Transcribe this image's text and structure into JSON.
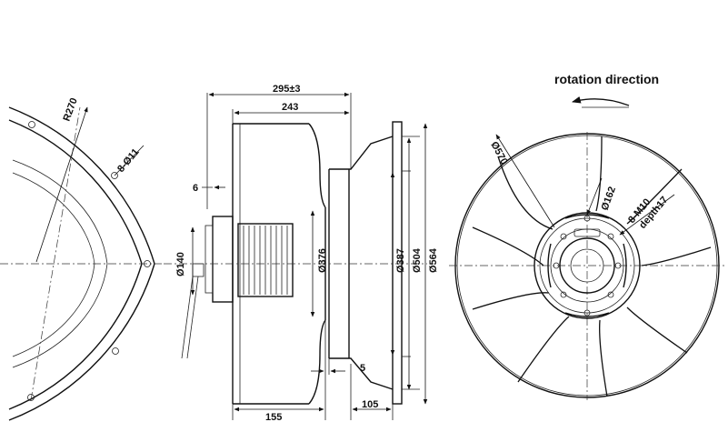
{
  "labels": {
    "rotation": "rotation direction",
    "r270": "R270",
    "holes_8_11": "8-Ø11",
    "dim_295": "295±3",
    "dim_243": "243",
    "dim_6": "6",
    "dim_140": "Ø140",
    "dim_376": "Ø376",
    "dim_387": "Ø387",
    "dim_504": "Ø504",
    "dim_564": "Ø564",
    "dim_5": "5",
    "dim_155": "155",
    "dim_105": "105",
    "dim_570": "Ø570",
    "dim_162": "Ø162",
    "thread_m10": "8-M10",
    "thread_depth": "depth17"
  }
}
